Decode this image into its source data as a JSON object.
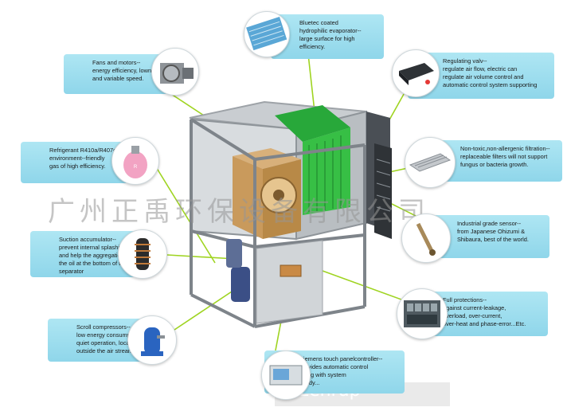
{
  "callouts": {
    "evaporator": "Bluetec coated\nhydrophilic evaporator--\nlarge surface for high\nefficiency.",
    "fans": "Fans and motors--\nenergy efficiency, lownoise\nand variable speed.",
    "valve": "Regulating valv--\nregulate air flow, electric can\nregulate air volume control and\nautomatic control system supporting",
    "refrigerant": "Refrigerant R410a/R407c--\nenvironment--friendly\ngas of high efficiency.",
    "filtration": "Non-toxic,non-allergenic filtration--\nreplaceable filters will not support\nfungus or bacteria growth.",
    "sensor": "Industrial grade sensor--\nfrom Japanese Ohizumi &\nShibaura, best of the world.",
    "accumulator": "Suction accumulator--\nprevent internal splashing\nand help the aggregation of\nthe oil at the bottom of the\nseparator",
    "protections": "Full protections--\nagainst current-leakage,\noverload, over-current,\nover-heat and phase-error...Etc.",
    "compressors": "Scroll compressors--\nlow energy consumption,\nquiet operation, located\noutside the air stream.",
    "panel": "Siemens touch panelcontroller--\nprovides automatic control\nalong with system\nfull-dy..."
  },
  "watermark": "广州正禹环保设备有限公司",
  "url_watermark": "zzenrup",
  "colors": {
    "callout": "#9fdcee",
    "leader": "#9fd421",
    "frame": "#9ea3a8",
    "coil": "#2fae3a",
    "wood": "#c99a5c"
  }
}
